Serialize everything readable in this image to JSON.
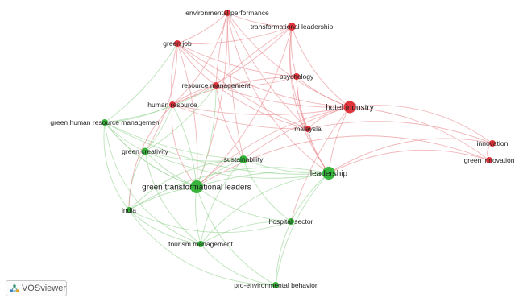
{
  "colors": {
    "cluster1": "#e0353a",
    "cluster2": "#36b53a"
  },
  "brand": {
    "name": "VOSviewer",
    "icon": "vosviewer-logo-icon"
  },
  "network": {
    "nodes": [
      {
        "id": "environmental-performance",
        "label": "environmental performance",
        "cluster": 1
      },
      {
        "id": "transformational-leadership",
        "label": "transformational leadership",
        "cluster": 1
      },
      {
        "id": "green-job",
        "label": "green job",
        "cluster": 1
      },
      {
        "id": "psychology",
        "label": "psychology",
        "cluster": 1
      },
      {
        "id": "resource-management",
        "label": "resource management",
        "cluster": 1
      },
      {
        "id": "hotel-industry",
        "label": "hotel industry",
        "cluster": 1
      },
      {
        "id": "human-resource",
        "label": "human resource",
        "cluster": 1
      },
      {
        "id": "malaysia",
        "label": "malaysia",
        "cluster": 1
      },
      {
        "id": "innovation",
        "label": "innovation",
        "cluster": 1
      },
      {
        "id": "green-innovation",
        "label": "green innovation",
        "cluster": 1
      },
      {
        "id": "green-human-resource-managemen",
        "label": "green human resource managemen",
        "cluster": 2
      },
      {
        "id": "green-creativity",
        "label": "green creativity",
        "cluster": 2
      },
      {
        "id": "sustainability",
        "label": "sustainability",
        "cluster": 2
      },
      {
        "id": "leadership",
        "label": "leadership",
        "cluster": 2
      },
      {
        "id": "green-transformational-leaders",
        "label": "green transformational leaders",
        "cluster": 2
      },
      {
        "id": "india",
        "label": "india",
        "cluster": 2
      },
      {
        "id": "hospital-sector",
        "label": "hospital sector",
        "cluster": 2
      },
      {
        "id": "tourism-management",
        "label": "tourism management",
        "cluster": 2
      },
      {
        "id": "pro-environmental-behavior",
        "label": "pro-environmental behavior",
        "cluster": 2
      }
    ]
  }
}
